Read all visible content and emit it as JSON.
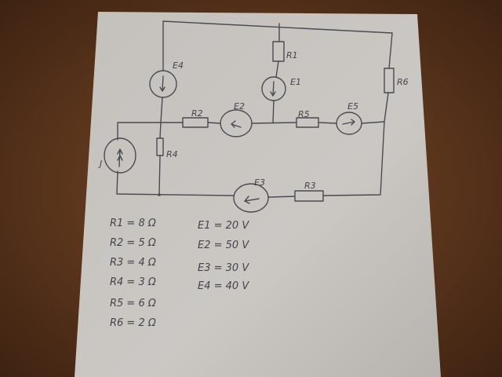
{
  "labels": {
    "E1": "E1",
    "E2": "E2",
    "E3": "E3",
    "E4": "E4",
    "E5": "E5",
    "R1": "R1",
    "R2": "R2",
    "R3": "R3",
    "R4": "R4",
    "R5": "R5",
    "R6": "R6",
    "J": "J"
  },
  "resistances": [
    "R1 = 8 Ω",
    "R2 = 5 Ω",
    "R3 = 4 Ω",
    "R4 = 3 Ω",
    "R5 = 6 Ω",
    "R6 = 2 Ω"
  ],
  "voltages": [
    "E1 = 20 V",
    "E2 = 50 V",
    "E3 = 30 V",
    "E4 = 40 V"
  ],
  "colors": {
    "paper": "#c9c6c2",
    "wood": "#6b3f22",
    "ink": "#4a4a52"
  }
}
